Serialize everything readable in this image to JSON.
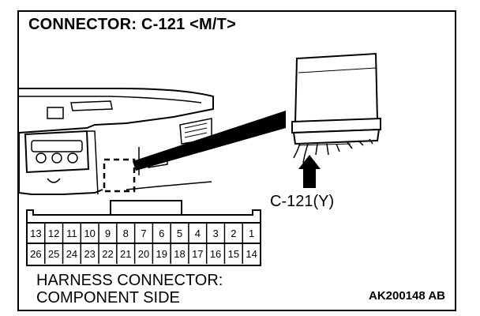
{
  "title": "CONNECTOR: C-121 <M/T>",
  "callout_label": "C-121(Y)",
  "caption": {
    "line1": "HARNESS CONNECTOR:",
    "line2": "COMPONENT SIDE"
  },
  "reference_code": "AK200148 AB",
  "connector": {
    "top_row_pins": [
      "13",
      "12",
      "11",
      "10",
      "9",
      "8",
      "7",
      "6",
      "5",
      "4",
      "3",
      "2",
      "1"
    ],
    "bottom_row_pins": [
      "26",
      "25",
      "24",
      "23",
      "22",
      "21",
      "20",
      "19",
      "18",
      "17",
      "16",
      "15",
      "14"
    ]
  },
  "icons": {
    "dashboard": "vehicle-dashboard-drawing",
    "ecu": "control-unit-drawing",
    "arrow": "up-arrow-icon"
  }
}
